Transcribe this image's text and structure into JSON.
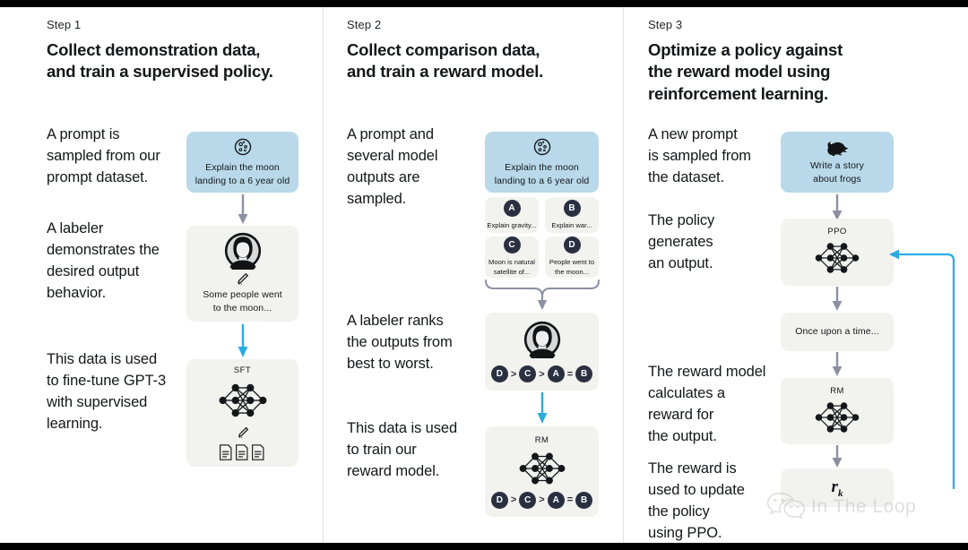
{
  "diagram": {
    "title": "InstructGPT / RLHF three-step training diagram",
    "accent_blue": "#29abe2",
    "card_blue": "#b9d9ea",
    "card_grey": "#f2f2ee",
    "badge_dark": "#2b3041",
    "arrow_grey": "#8b8fa3"
  },
  "steps": [
    {
      "label": "Step 1",
      "title": "Collect demonstration data,\nand train a supervised policy.",
      "paragraphs": [
        "A prompt is\nsampled from our\nprompt dataset.",
        "A labeler\ndemonstrates the\ndesired output\nbehavior.",
        "This data is used\nto fine-tune GPT-3\nwith supervised\nlearning."
      ],
      "cards": [
        {
          "name": "prompt-card",
          "icon": "moon-icon",
          "text": "Explain the moon\nlanding to a 6 year old"
        },
        {
          "name": "labeler-card",
          "icon": "person-pencil-icon",
          "text": "Some people went\nto the moon..."
        },
        {
          "name": "sft-card",
          "label": "SFT",
          "icon": "neural-network-icon"
        }
      ]
    },
    {
      "label": "Step 2",
      "title": "Collect comparison data,\nand train a reward model.",
      "paragraphs": [
        "A prompt and\nseveral model\noutputs are\nsampled.",
        "A labeler ranks\nthe outputs from\nbest to worst.",
        "This data is used\nto train our\nreward model."
      ],
      "cards": [
        {
          "name": "prompt-card",
          "icon": "moon-icon",
          "text": "Explain the moon\nlanding to a 6 year old"
        },
        {
          "name": "ranking-card",
          "icon": "person-icon"
        },
        {
          "name": "rm-card",
          "label": "RM",
          "icon": "neural-network-icon"
        }
      ],
      "options": [
        {
          "badge": "A",
          "text": "Explain gravity..."
        },
        {
          "badge": "B",
          "text": "Explain war..."
        },
        {
          "badge": "C",
          "text": "Moon is natural\nsatellite of..."
        },
        {
          "badge": "D",
          "text": "People went to\nthe moon..."
        }
      ],
      "ranking": [
        "D",
        ">",
        "C",
        ">",
        "A",
        "=",
        "B"
      ]
    },
    {
      "label": "Step 3",
      "title": "Optimize a policy against\nthe reward model using\nreinforcement learning.",
      "paragraphs": [
        "A new prompt\nis sampled from\nthe dataset.",
        "The policy\ngenerates\nan output.",
        "The reward model\ncalculates a\nreward for\nthe output.",
        "The reward is\nused to update\nthe policy\nusing PPO."
      ],
      "cards": [
        {
          "name": "prompt-card",
          "icon": "frog-icon",
          "text": "Write a story\nabout frogs"
        },
        {
          "name": "ppo-card",
          "label": "PPO",
          "icon": "neural-network-icon"
        },
        {
          "name": "output-card",
          "text": "Once upon a time..."
        },
        {
          "name": "rm-card",
          "label": "RM",
          "icon": "neural-network-icon"
        },
        {
          "name": "reward-card",
          "formula": "r",
          "subscript": "k"
        }
      ]
    }
  ],
  "watermark": {
    "icon": "wechat-icon",
    "text": "In The Loop"
  }
}
